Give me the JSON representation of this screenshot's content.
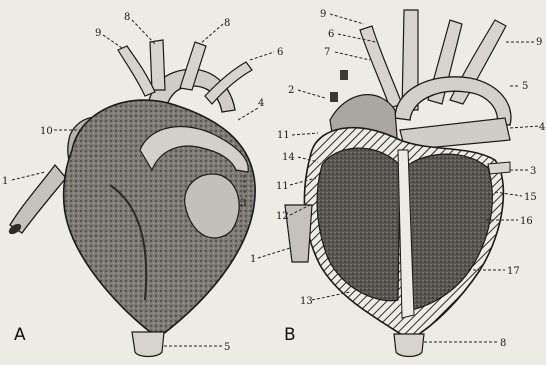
{
  "figures": [
    {
      "id": "A",
      "label": "A",
      "callouts": [
        {
          "id": "a8a",
          "text": "8"
        },
        {
          "id": "a8b",
          "text": "8"
        },
        {
          "id": "a9",
          "text": "9"
        },
        {
          "id": "a6",
          "text": "6"
        },
        {
          "id": "a10",
          "text": "10"
        },
        {
          "id": "a1",
          "text": "1"
        },
        {
          "id": "a4",
          "text": "4"
        },
        {
          "id": "a3",
          "text": "3"
        },
        {
          "id": "a5",
          "text": "5"
        }
      ]
    },
    {
      "id": "B",
      "label": "B",
      "callouts": [
        {
          "id": "b9a",
          "text": "9"
        },
        {
          "id": "b6",
          "text": "6"
        },
        {
          "id": "b7",
          "text": "7"
        },
        {
          "id": "b9b",
          "text": "9"
        },
        {
          "id": "b2",
          "text": "2"
        },
        {
          "id": "b5",
          "text": "5"
        },
        {
          "id": "b11a",
          "text": "11"
        },
        {
          "id": "b14",
          "text": "14"
        },
        {
          "id": "b11b",
          "text": "11"
        },
        {
          "id": "b12",
          "text": "12"
        },
        {
          "id": "b1",
          "text": "1"
        },
        {
          "id": "b4",
          "text": "4"
        },
        {
          "id": "b3",
          "text": "3"
        },
        {
          "id": "b15",
          "text": "15"
        },
        {
          "id": "b16",
          "text": "16"
        },
        {
          "id": "b17",
          "text": "17"
        },
        {
          "id": "b13",
          "text": "13"
        },
        {
          "id": "b8",
          "text": "8"
        }
      ]
    }
  ],
  "colors": {
    "paper": "#ecebe4",
    "ink": "#1a1a1a",
    "shade": "#6c6a64",
    "light": "#c9c7bf",
    "hatch": "#2a2a2a"
  }
}
